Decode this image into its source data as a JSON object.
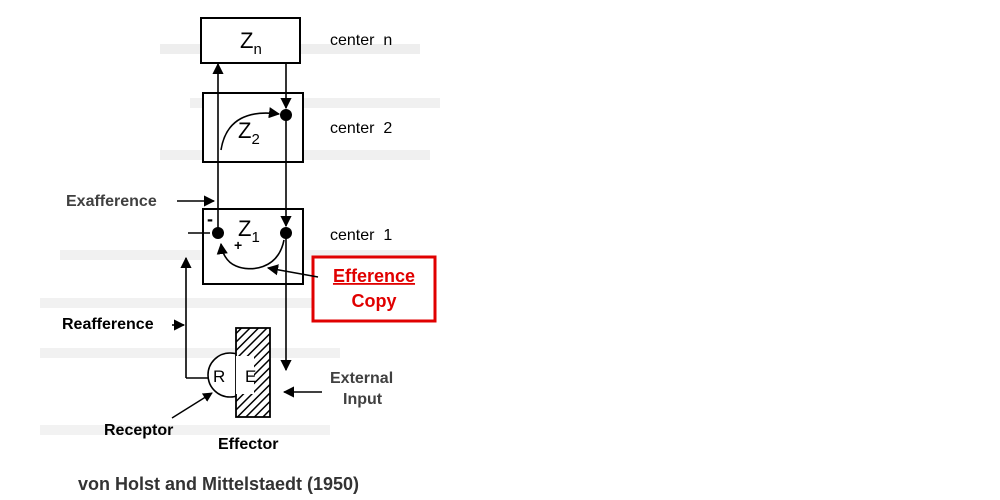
{
  "centers": {
    "n": {
      "symbol": "Z",
      "sub": "n",
      "label": "center  n"
    },
    "c2": {
      "symbol": "Z",
      "sub": "2",
      "label": "center  2"
    },
    "c1": {
      "symbol": "Z",
      "sub": "1",
      "label": "center  1"
    }
  },
  "signs": {
    "minus": "-",
    "plus": "+"
  },
  "labels": {
    "exafference": "Exafference",
    "reafference": "Reafference",
    "receptor": "Receptor",
    "effector": "Effector",
    "receptor_letter": "R",
    "effector_letter": "E",
    "external_input_line1": "External",
    "external_input_line2": "Input"
  },
  "efference_copy": {
    "line1": "Efference",
    "line2": "Copy",
    "color": "#e00000"
  },
  "caption": "von Holst and Mittelstaedt (1950)"
}
